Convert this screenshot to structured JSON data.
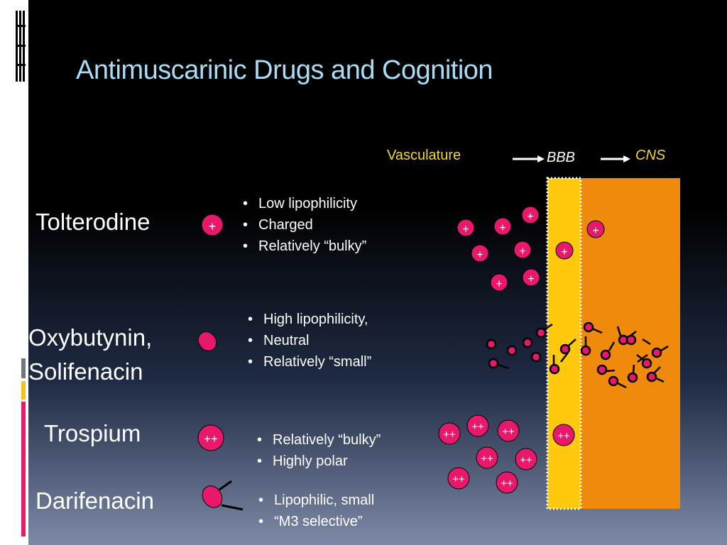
{
  "title": "Antimuscarinic Drugs and Cognition",
  "headers": {
    "vasculature": "Vasculature",
    "bbb": "BBB",
    "cns": "CNS"
  },
  "drugs": [
    {
      "name": "Tolterodine",
      "symbol": "+",
      "properties": [
        "Low lipophilicity",
        "Charged",
        "Relatively “bulky”"
      ]
    },
    {
      "name_line1": "Oxybutynin,",
      "name_line2": "Solifenacin",
      "properties": [
        "High lipophilicity,",
        "Neutral",
        "Relatively “small”"
      ]
    },
    {
      "name": "Trospium",
      "symbol": "++",
      "properties": [
        "Relatively “bulky”",
        "Highly polar"
      ]
    },
    {
      "name": "Darifenacin",
      "properties": [
        "Lipophilic, small",
        "“M3 selective”"
      ]
    }
  ],
  "colors": {
    "title": "#a8dcf7",
    "molecule": "#e8196b",
    "bbb": "#ffc90e",
    "cns": "#f08a0c",
    "label_yellow": "#f4d53b"
  }
}
